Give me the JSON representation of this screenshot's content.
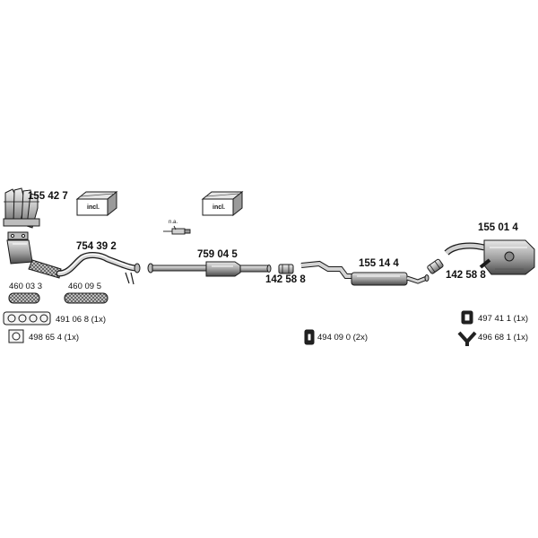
{
  "parts": {
    "manifold": "155 42 7",
    "front_pipe": "754 39 2",
    "catalyst": "759 04 5",
    "clamp_mid": "142 58 8",
    "middle_silencer": "155 14 4",
    "clamp_rear": "142 58 8",
    "rear_silencer": "155 01 4"
  },
  "accessories": {
    "flex_pipe_a": "460 03 3",
    "flex_pipe_b": "460 09 5",
    "manifold_gasket": "491 06 8 (1x)",
    "flange_gasket": "498 65 4 (1x)",
    "rubber_hanger": "494 09 0 (2x)",
    "mounting_rubber": "497 41 1 (1x)",
    "bracket": "496 68 1 (1x)"
  },
  "kit_boxes": {
    "box_1": "incl.",
    "box_2": "incl."
  },
  "sensor_note": "n.a.",
  "colors": {
    "line": "#1a1a1a",
    "metal_light": "#d0d0d0",
    "metal_mid": "#9a9a9a",
    "metal_dark": "#555555"
  }
}
